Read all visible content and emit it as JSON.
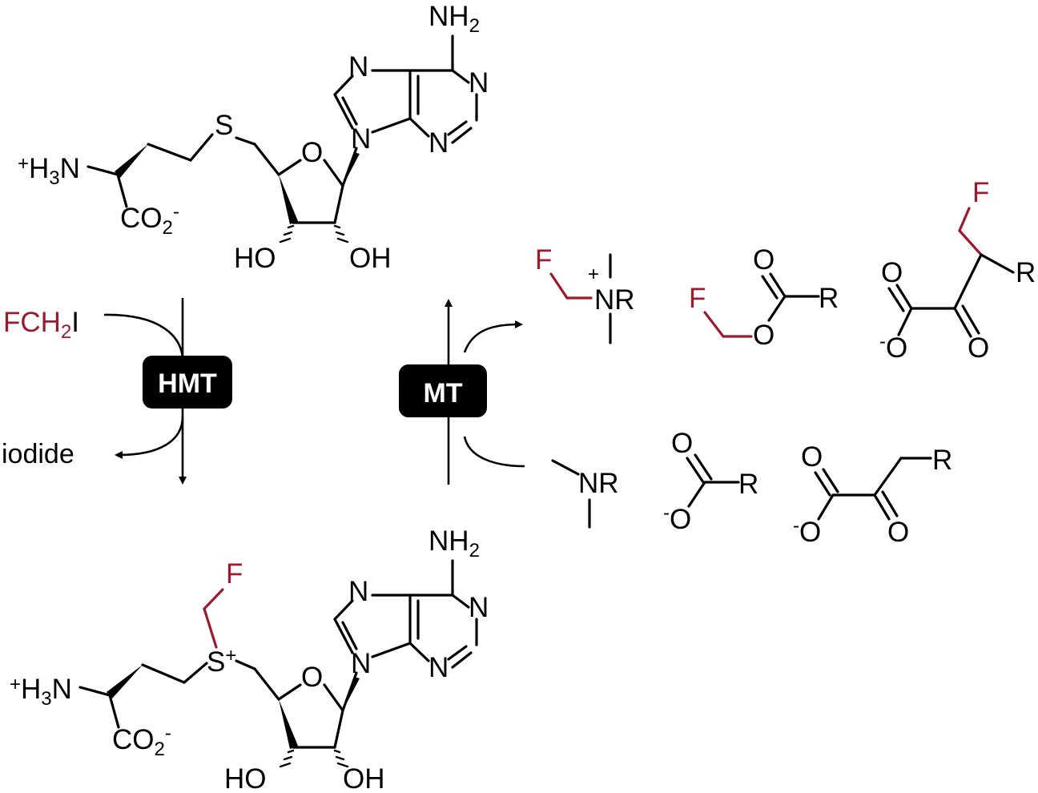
{
  "accent_red": "#9b1b2e",
  "enzymes": {
    "hmt": "HMT",
    "mt": "MT"
  },
  "reagents": {
    "halide_formula": "FCH",
    "halide_sub": "2",
    "halide_suffix": "I",
    "byproduct": "iodide"
  },
  "atoms": {
    "nitrogen": "N",
    "oxygen": "O",
    "sulfur": "S",
    "fluorine": "F",
    "carbon_o": "CO",
    "hydroxyl_left": "HO",
    "hydroxyl_right": "OH",
    "amine": "NH",
    "ammonium_prefix": "+",
    "ammonium_h": "H",
    "ammonium_n": "N",
    "sub_2": "2",
    "sub_3": "3",
    "minus": "-",
    "plus": "+",
    "r_group": "R",
    "nr": "NR"
  }
}
